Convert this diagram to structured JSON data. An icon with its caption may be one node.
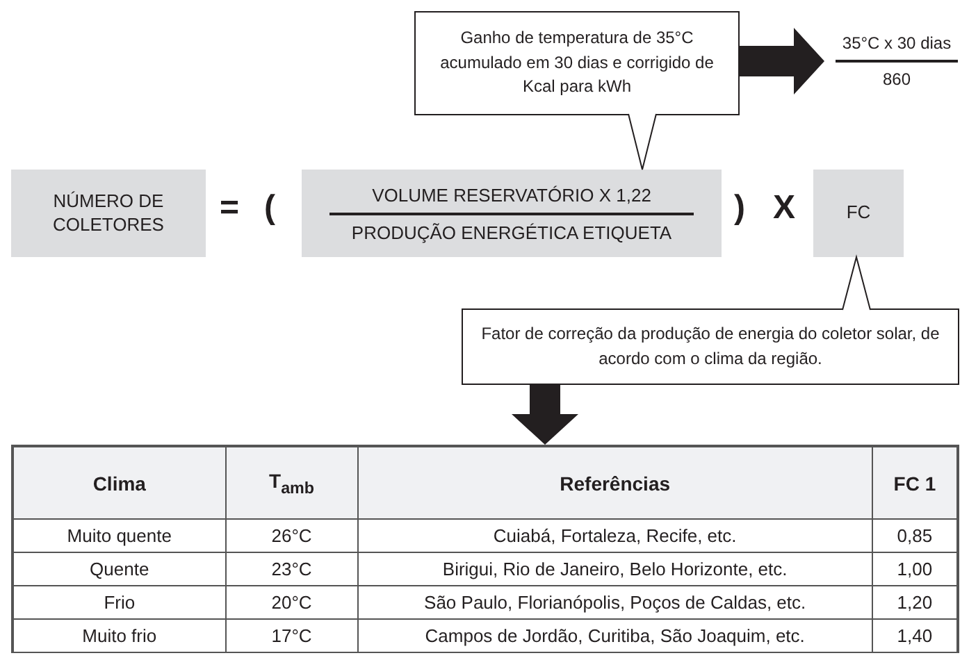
{
  "diagram": {
    "nodes": [
      {
        "text": [
          "Ganho de temperatura de 35°C acumulado em 30 dias e corrigido de Kcal para kWh"
        ]
      },
      {
        "text": [
          "35°C x 30 dias",
          "860"
        ]
      },
      {
        "text": [
          "NÚMERO DE COLETORES"
        ]
      },
      {
        "text": [
          "VOLUME RESERVATÓRIO X 1,22",
          "PRODUÇÃO ENERGÉTICA ETIQUETA"
        ]
      },
      {
        "text": [
          "FC"
        ]
      },
      {
        "text": [
          "Fator de correção da produção de energia do coletor solar, de acordo com o clima da região."
        ]
      },
      {
        "text": [],
        "shape": "box"
      }
    ],
    "edges": [
      {
        "from": 0,
        "to": 3,
        "arrow": "none"
      },
      {
        "from": 0,
        "to": 1,
        "arrow": "to",
        "style": "thick"
      },
      {
        "from": 5,
        "to": 4,
        "arrow": "none"
      },
      {
        "from": 5,
        "to": 6,
        "arrow": "to",
        "style": "thick"
      }
    ],
    "labels": [
      "=",
      "(",
      ")",
      "X",
      "Clima",
      "T$_{amb}$",
      "Referências",
      "FC 1",
      "Muito quente",
      "26°C",
      "Cuiabá, Fortaleza, Recife, etc.",
      "0,85",
      "Quente",
      "23°C",
      "Birigui, Rio de Janeiro, Belo Horizonte, etc.",
      "1,00",
      "Frio",
      "20°C",
      "São Paulo, Florianópolis, Poços de Caldas, etc.",
      "1,20",
      "Muito frio",
      "17°C",
      "Campos de Jordão, Curitiba, São Joaquim, etc.",
      "1,40"
    ]
  }
}
